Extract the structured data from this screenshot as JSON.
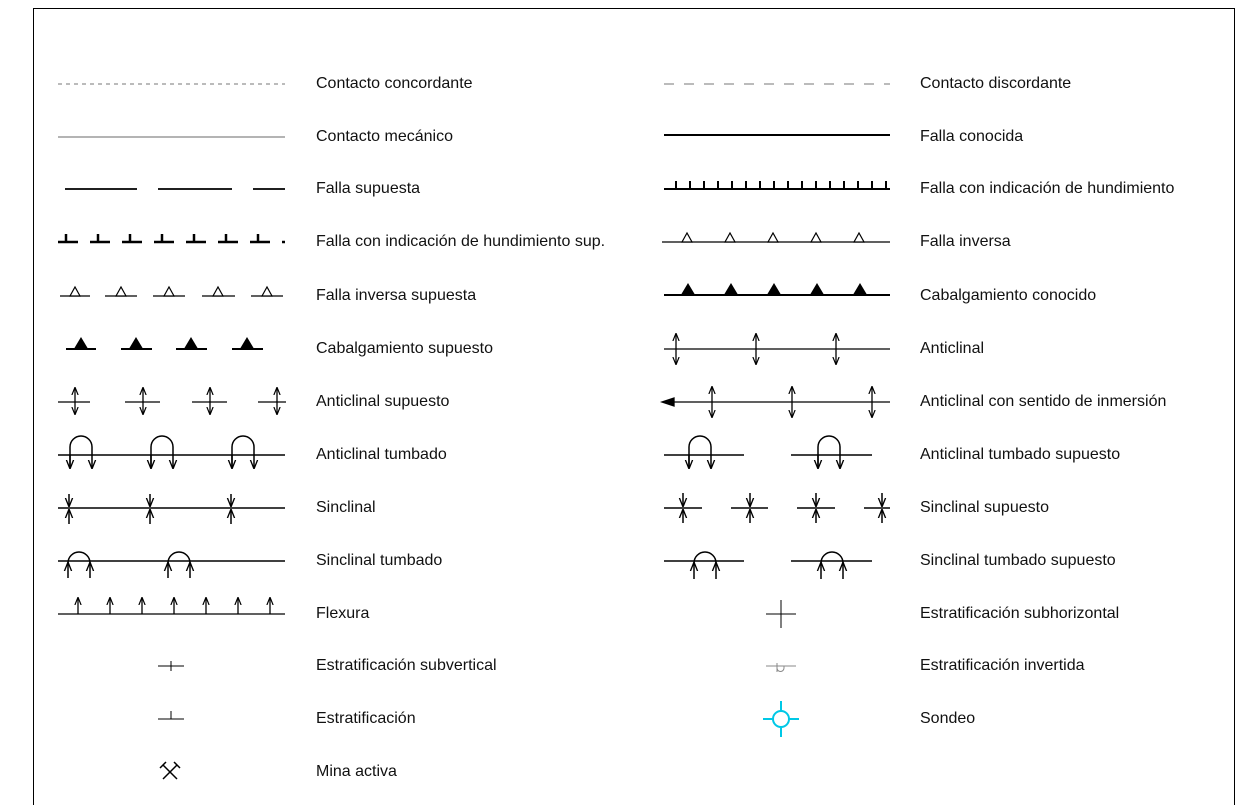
{
  "legend": {
    "left": [
      {
        "id": "contacto-concordante",
        "label": "Contacto concordante"
      },
      {
        "id": "contacto-mecanico",
        "label": "Contacto mecánico"
      },
      {
        "id": "falla-supuesta",
        "label": "Falla supuesta"
      },
      {
        "id": "falla-hundimiento-sup",
        "label": "Falla con indicación de hundimiento sup."
      },
      {
        "id": "falla-inversa-supuesta",
        "label": "Falla inversa supuesta"
      },
      {
        "id": "cabalgamiento-supuesto",
        "label": "Cabalgamiento supuesto"
      },
      {
        "id": "anticlinal-supuesto",
        "label": "Anticlinal supuesto"
      },
      {
        "id": "anticlinal-tumbado",
        "label": "Anticlinal tumbado"
      },
      {
        "id": "sinclinal",
        "label": "Sinclinal"
      },
      {
        "id": "sinclinal-tumbado",
        "label": "Sinclinal tumbado"
      },
      {
        "id": "flexura",
        "label": "Flexura"
      },
      {
        "id": "estratificacion-subvertical",
        "label": "Estratificación subvertical"
      },
      {
        "id": "estratificacion",
        "label": "Estratificación"
      },
      {
        "id": "mina-activa",
        "label": "Mina activa"
      }
    ],
    "right": [
      {
        "id": "contacto-discordante",
        "label": "Contacto discordante"
      },
      {
        "id": "falla-conocida",
        "label": "Falla conocida"
      },
      {
        "id": "falla-hundimiento",
        "label": "Falla con indicación de hundimiento"
      },
      {
        "id": "falla-inversa",
        "label": "Falla inversa"
      },
      {
        "id": "cabalgamiento-conocido",
        "label": "Cabalgamiento conocido"
      },
      {
        "id": "anticlinal",
        "label": "Anticlinal"
      },
      {
        "id": "anticlinal-inmersion",
        "label": "Anticlinal con sentido de inmersión"
      },
      {
        "id": "anticlinal-tumbado-supuesto",
        "label": "Anticlinal tumbado supuesto"
      },
      {
        "id": "sinclinal-supuesto",
        "label": "Sinclinal supuesto"
      },
      {
        "id": "sinclinal-tumbado-supuesto",
        "label": "Sinclinal tumbado supuesto"
      },
      {
        "id": "estratificacion-subhorizontal",
        "label": "Estratificación subhorizontal"
      },
      {
        "id": "estratificacion-invertida",
        "label": "Estratificación invertida"
      },
      {
        "id": "sondeo",
        "label": "Sondeo"
      }
    ]
  },
  "colors": {
    "line": "#000000",
    "grey_line": "#777777",
    "sondeo": "#00c8e6"
  },
  "icons": {
    "mina-activa": "crossed-hammers-icon",
    "sondeo": "borehole-icon"
  }
}
